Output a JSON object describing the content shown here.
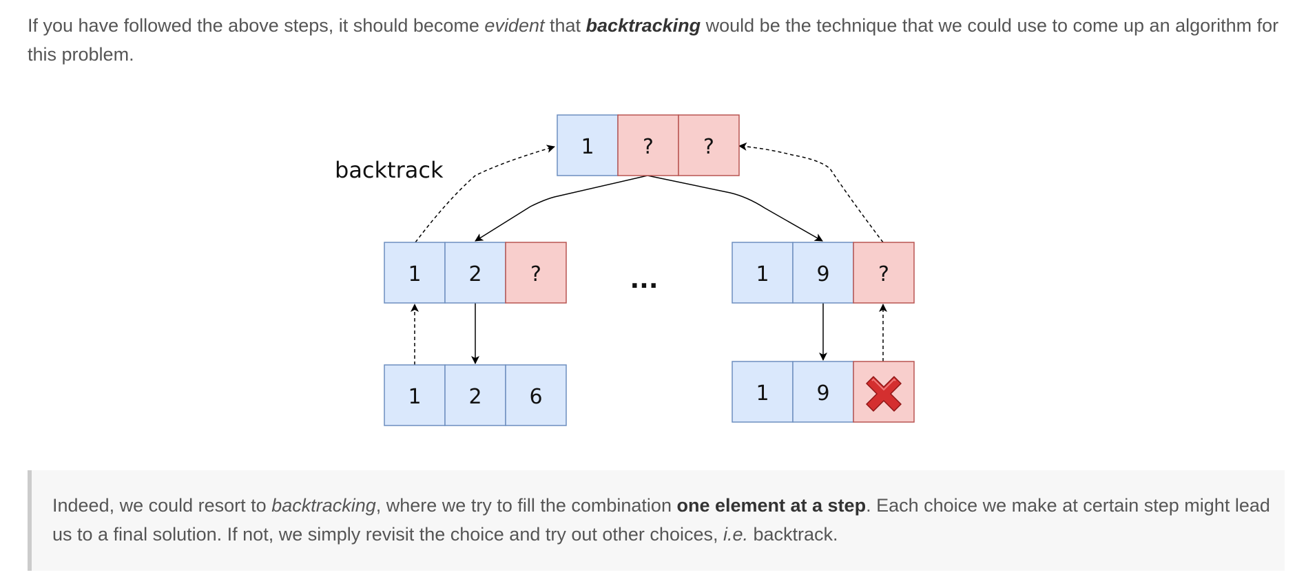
{
  "intro": {
    "t1": "If you have followed the above steps, it should become ",
    "em1": "evident",
    "t2": " that ",
    "strong1": "backtracking",
    "t3": " would be the technique that we could use to come up an algorithm for this problem."
  },
  "diagram": {
    "backtrack_label": "backtrack",
    "ellipsis": "...",
    "root": [
      "1",
      "?",
      "?"
    ],
    "left_mid": [
      "1",
      "2",
      "?"
    ],
    "right_mid": [
      "1",
      "9",
      "?"
    ],
    "left_bottom": [
      "1",
      "2",
      "6"
    ],
    "right_bottom": [
      "1",
      "9"
    ],
    "fail_icon": "red-x-icon",
    "colors": {
      "filled_cell": "#dae8fc",
      "filled_border": "#6c8ebf",
      "empty_cell": "#f8cecc",
      "empty_border": "#b85450",
      "fail_mark": "#cc2a2a"
    }
  },
  "quote": {
    "t1": "Indeed, we could resort to ",
    "em1": "backtracking",
    "t2": ", where we try to fill the combination ",
    "strong1": "one element at a step",
    "t3": ". Each choice we make at certain step might lead us to a final solution. If not, we simply revisit the choice and try out other choices, ",
    "em2": "i.e.",
    "t4": " backtrack."
  }
}
